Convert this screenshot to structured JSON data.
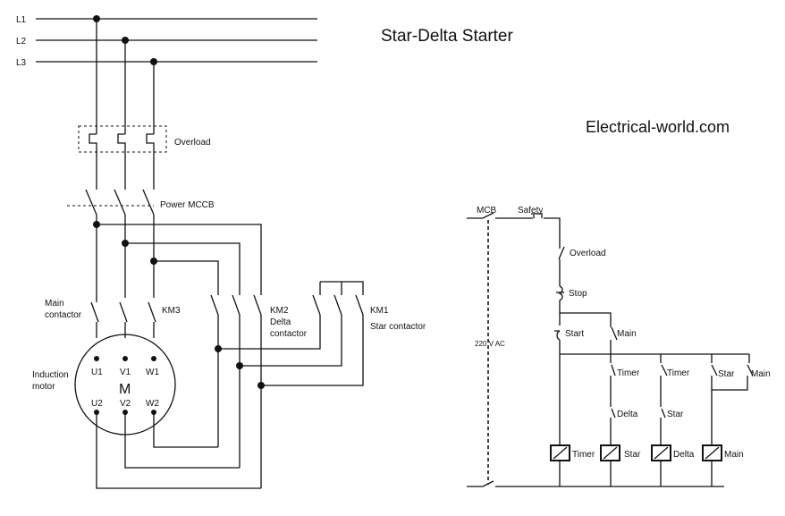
{
  "title": "Star-Delta Starter",
  "website": "Electrical-world.com",
  "power": {
    "lines": [
      "L1",
      "L2",
      "L3"
    ],
    "overload_label": "Overload",
    "mccb_label": "Power MCCB",
    "main_contactor_label": [
      "Main",
      "contactor"
    ],
    "km3_label": "KM3",
    "km2_label": [
      "KM2",
      "Delta",
      "contactor"
    ],
    "km1_label": [
      "KM1",
      "Star contactor"
    ],
    "motor_label": [
      "Induction",
      "motor"
    ],
    "motor_symbol": "M",
    "terminals_top": [
      "U1",
      "V1",
      "W1"
    ],
    "terminals_bottom": [
      "U2",
      "V2",
      "W2"
    ]
  },
  "control": {
    "mcb_label": "MCB",
    "safety_label": "Safety",
    "supply_label": "220 V AC",
    "overload_label": "Overload",
    "stop_label": "Stop",
    "start_label": "Start",
    "main_aux_label": "Main",
    "contacts": [
      "Timer",
      "Timer",
      "Star",
      "Main",
      "Delta",
      "Star"
    ],
    "coils": [
      "Timer",
      "Star",
      "Delta",
      "Main"
    ]
  }
}
